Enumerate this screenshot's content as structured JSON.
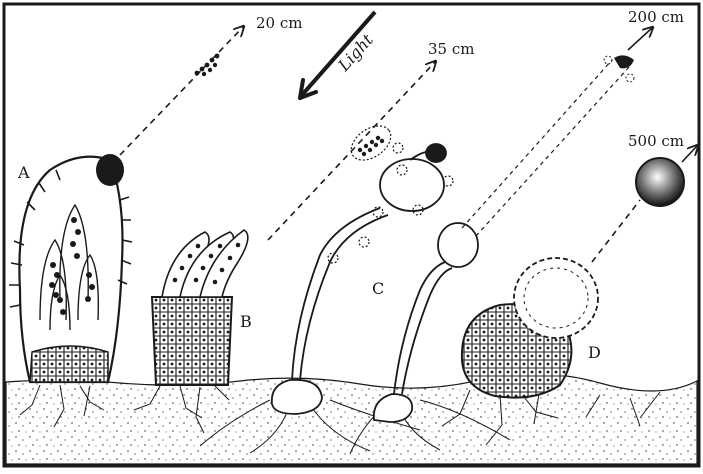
{
  "figure": {
    "labels": {
      "A": "A",
      "B": "B",
      "C": "C",
      "D": "D"
    },
    "light_label": "Light",
    "distances": {
      "A": "20 cm",
      "C": "35 cm",
      "D_upper": "200 cm",
      "D_lower": "500 cm"
    }
  },
  "colors": {
    "ink": "#1a1a1a",
    "paper": "#ffffff",
    "soil": "#f4f1ea"
  }
}
